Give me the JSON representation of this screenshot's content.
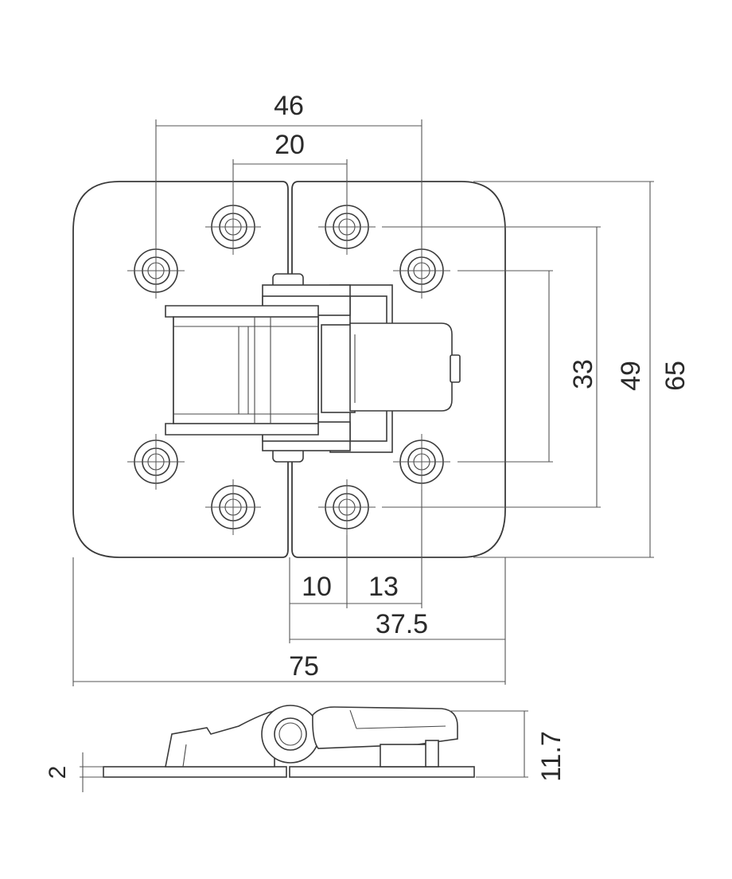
{
  "dimensions": {
    "hole_span_outer": "46",
    "hole_span_inner": "20",
    "width_total": "75",
    "half_width": "37.5",
    "offset_a": "10",
    "offset_b": "13",
    "height_inner": "33",
    "height_mid": "49",
    "height_total": "65",
    "plate_thickness": "2",
    "assembly_height": "11.7"
  },
  "colors": {
    "line": "#3a3a3a",
    "background": "#ffffff"
  }
}
